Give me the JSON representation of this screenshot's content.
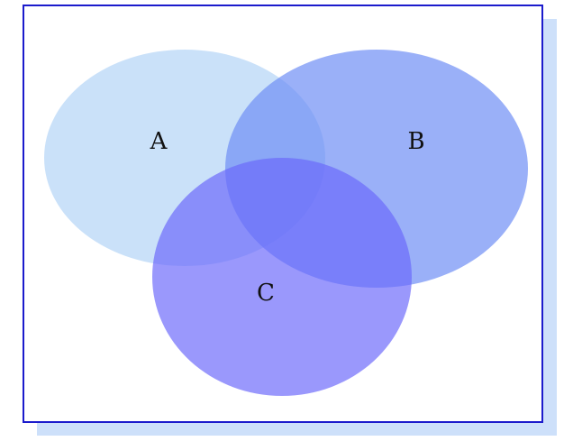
{
  "diagram": {
    "type": "venn",
    "sets": [
      {
        "key": "a",
        "label": "A",
        "color": "#b3d4f7",
        "opacity": 0.7
      },
      {
        "key": "b",
        "label": "B",
        "color": "#6f8ff5",
        "opacity": 0.7
      },
      {
        "key": "c",
        "label": "C",
        "color": "#6a67fb",
        "opacity": 0.68
      }
    ],
    "frame_color": "#1b1bcc",
    "shadow_color": "#cde0fa",
    "background": "#ffffff"
  }
}
